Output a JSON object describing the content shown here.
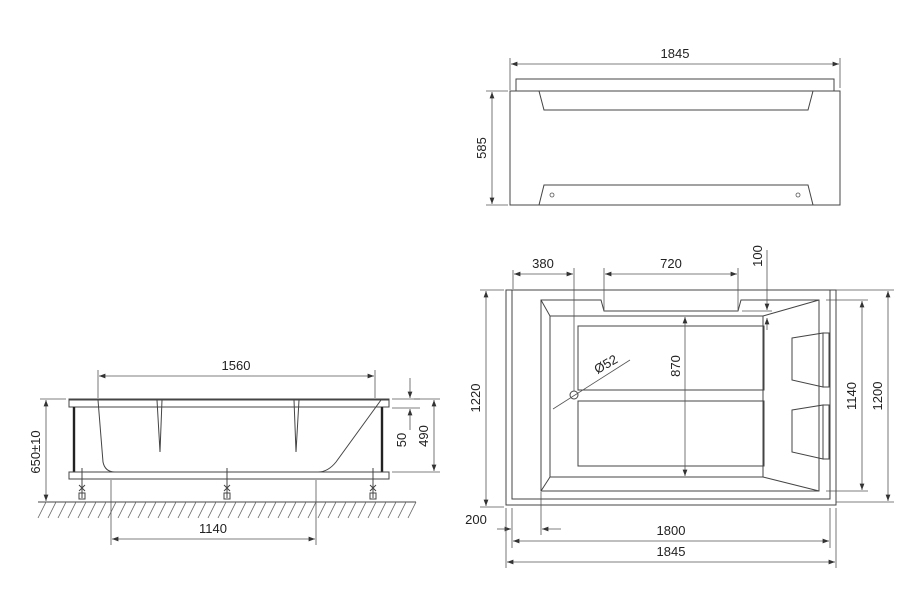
{
  "drawing": {
    "type": "bathtub dimension drawing",
    "views": {
      "front_panel": {
        "width_label": "1845",
        "height_label": "585"
      },
      "side_elevation": {
        "top_width_label": "1560",
        "bottom_width_label": "1140",
        "total_height_label": "650±10",
        "rim_label": "50",
        "depth_label": "490"
      },
      "plan": {
        "offset_left_label": "380",
        "headrest_width_label": "720",
        "headrest_depth_label": "100",
        "drain_label": "Ø52",
        "inner_length_label": "870",
        "overall_depth_label": "1220",
        "inner_width_label": "1140",
        "outer_width_label": "1200",
        "edge_offset_label": "200",
        "length_label": "1800",
        "overall_length_label": "1845"
      }
    }
  },
  "colors": {
    "line": "#444444",
    "background": "#ffffff"
  }
}
